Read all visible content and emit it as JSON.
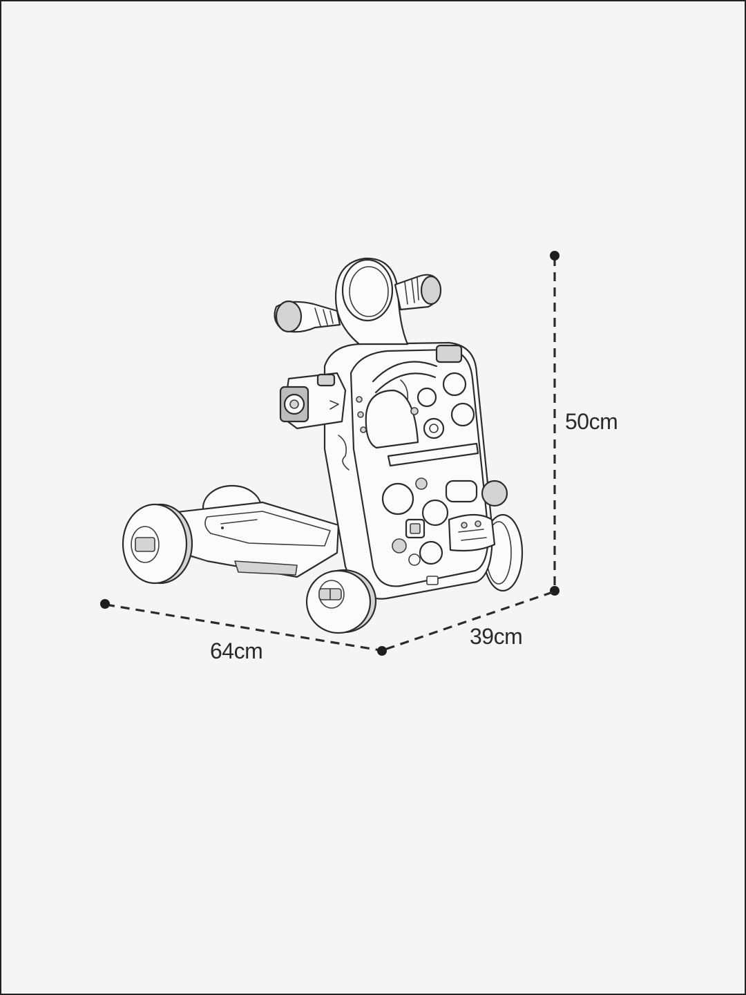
{
  "dimensions": {
    "height": "50cm",
    "depth": "39cm",
    "length": "64cm"
  },
  "colors": {
    "background": "#f5f5f5",
    "line": "#2b2b2b",
    "shade": "#d4d4d4"
  }
}
